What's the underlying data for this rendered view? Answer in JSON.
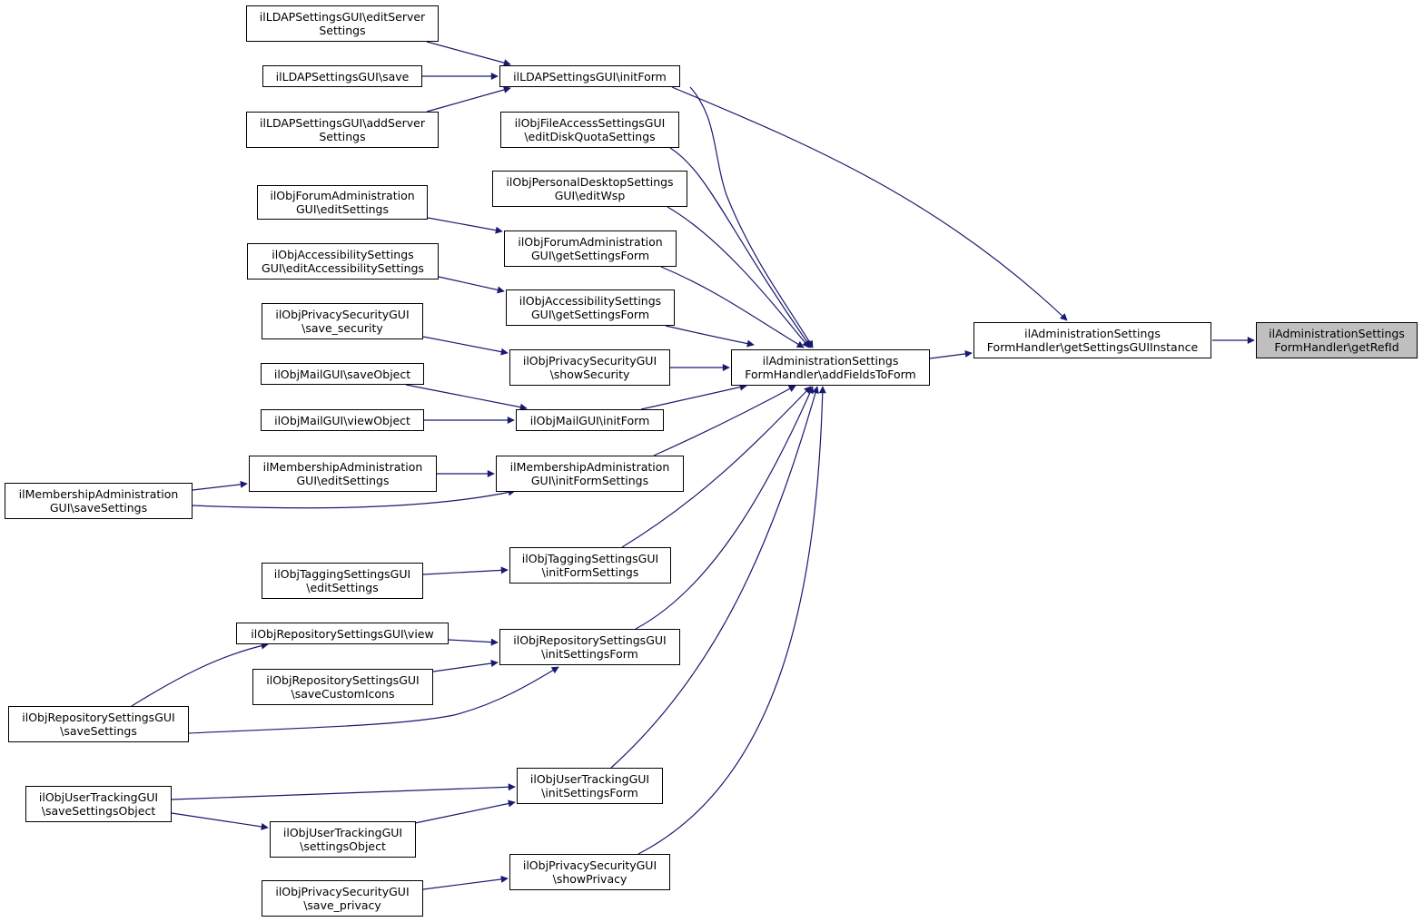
{
  "colors": {
    "edge": "#191970",
    "node_border": "#000000",
    "node_fill": "#ffffff",
    "focus_fill": "#bfbfbf"
  },
  "nodes": {
    "getRefId": [
      "ilAdministrationSettings",
      "FormHandler\\getRefId"
    ],
    "getSettingsGUIInstance": [
      "ilAdministrationSettings",
      "FormHandler\\getSettingsGUIInstance"
    ],
    "addFieldsToForm": [
      "ilAdministrationSettings",
      "FormHandler\\addFieldsToForm"
    ],
    "ldapInitForm": [
      "ilLDAPSettingsGUI\\initForm"
    ],
    "ldapEditServer": [
      "ilLDAPSettingsGUI\\editServer",
      "Settings"
    ],
    "ldapSave": [
      "ilLDAPSettingsGUI\\save"
    ],
    "ldapAddServer": [
      "ilLDAPSettingsGUI\\addServer",
      "Settings"
    ],
    "fileAccess": [
      "ilObjFileAccessSettingsGUI",
      "\\editDiskQuotaSettings"
    ],
    "personalDesktop": [
      "ilObjPersonalDesktopSettings",
      "GUI\\editWsp"
    ],
    "forumEdit": [
      "ilObjForumAdministration",
      "GUI\\editSettings"
    ],
    "forumGet": [
      "ilObjForumAdministration",
      "GUI\\getSettingsForm"
    ],
    "accessEdit": [
      "ilObjAccessibilitySettings",
      "GUI\\editAccessibilitySettings"
    ],
    "accessGet": [
      "ilObjAccessibilitySettings",
      "GUI\\getSettingsForm"
    ],
    "privSaveSecurity": [
      "ilObjPrivacySecurityGUI",
      "\\save_security"
    ],
    "privShowSecurity": [
      "ilObjPrivacySecurityGUI",
      "\\showSecurity"
    ],
    "mailSave": [
      "ilObjMailGUI\\saveObject"
    ],
    "mailView": [
      "ilObjMailGUI\\viewObject"
    ],
    "mailInit": [
      "ilObjMailGUI\\initForm"
    ],
    "memberEdit": [
      "ilMembershipAdministration",
      "GUI\\editSettings"
    ],
    "memberInit": [
      "ilMembershipAdministration",
      "GUI\\initFormSettings"
    ],
    "memberSave": [
      "ilMembershipAdministration",
      "GUI\\saveSettings"
    ],
    "taggingEdit": [
      "ilObjTaggingSettingsGUI",
      "\\editSettings"
    ],
    "taggingInit": [
      "ilObjTaggingSettingsGUI",
      "\\initFormSettings"
    ],
    "repoView": [
      "ilObjRepositorySettingsGUI\\view"
    ],
    "repoInit": [
      "ilObjRepositorySettingsGUI",
      "\\initSettingsForm"
    ],
    "repoIcons": [
      "ilObjRepositorySettingsGUI",
      "\\saveCustomIcons"
    ],
    "repoSave": [
      "ilObjRepositorySettingsGUI",
      "\\saveSettings"
    ],
    "trackSave": [
      "ilObjUserTrackingGUI",
      "\\saveSettingsObject"
    ],
    "trackInit": [
      "ilObjUserTrackingGUI",
      "\\initSettingsForm"
    ],
    "trackObj": [
      "ilObjUserTrackingGUI",
      "\\settingsObject"
    ],
    "privShowPrivacy": [
      "ilObjPrivacySecurityGUI",
      "\\showPrivacy"
    ],
    "privSavePrivacy": [
      "ilObjPrivacySecurityGUI",
      "\\save_privacy"
    ]
  }
}
